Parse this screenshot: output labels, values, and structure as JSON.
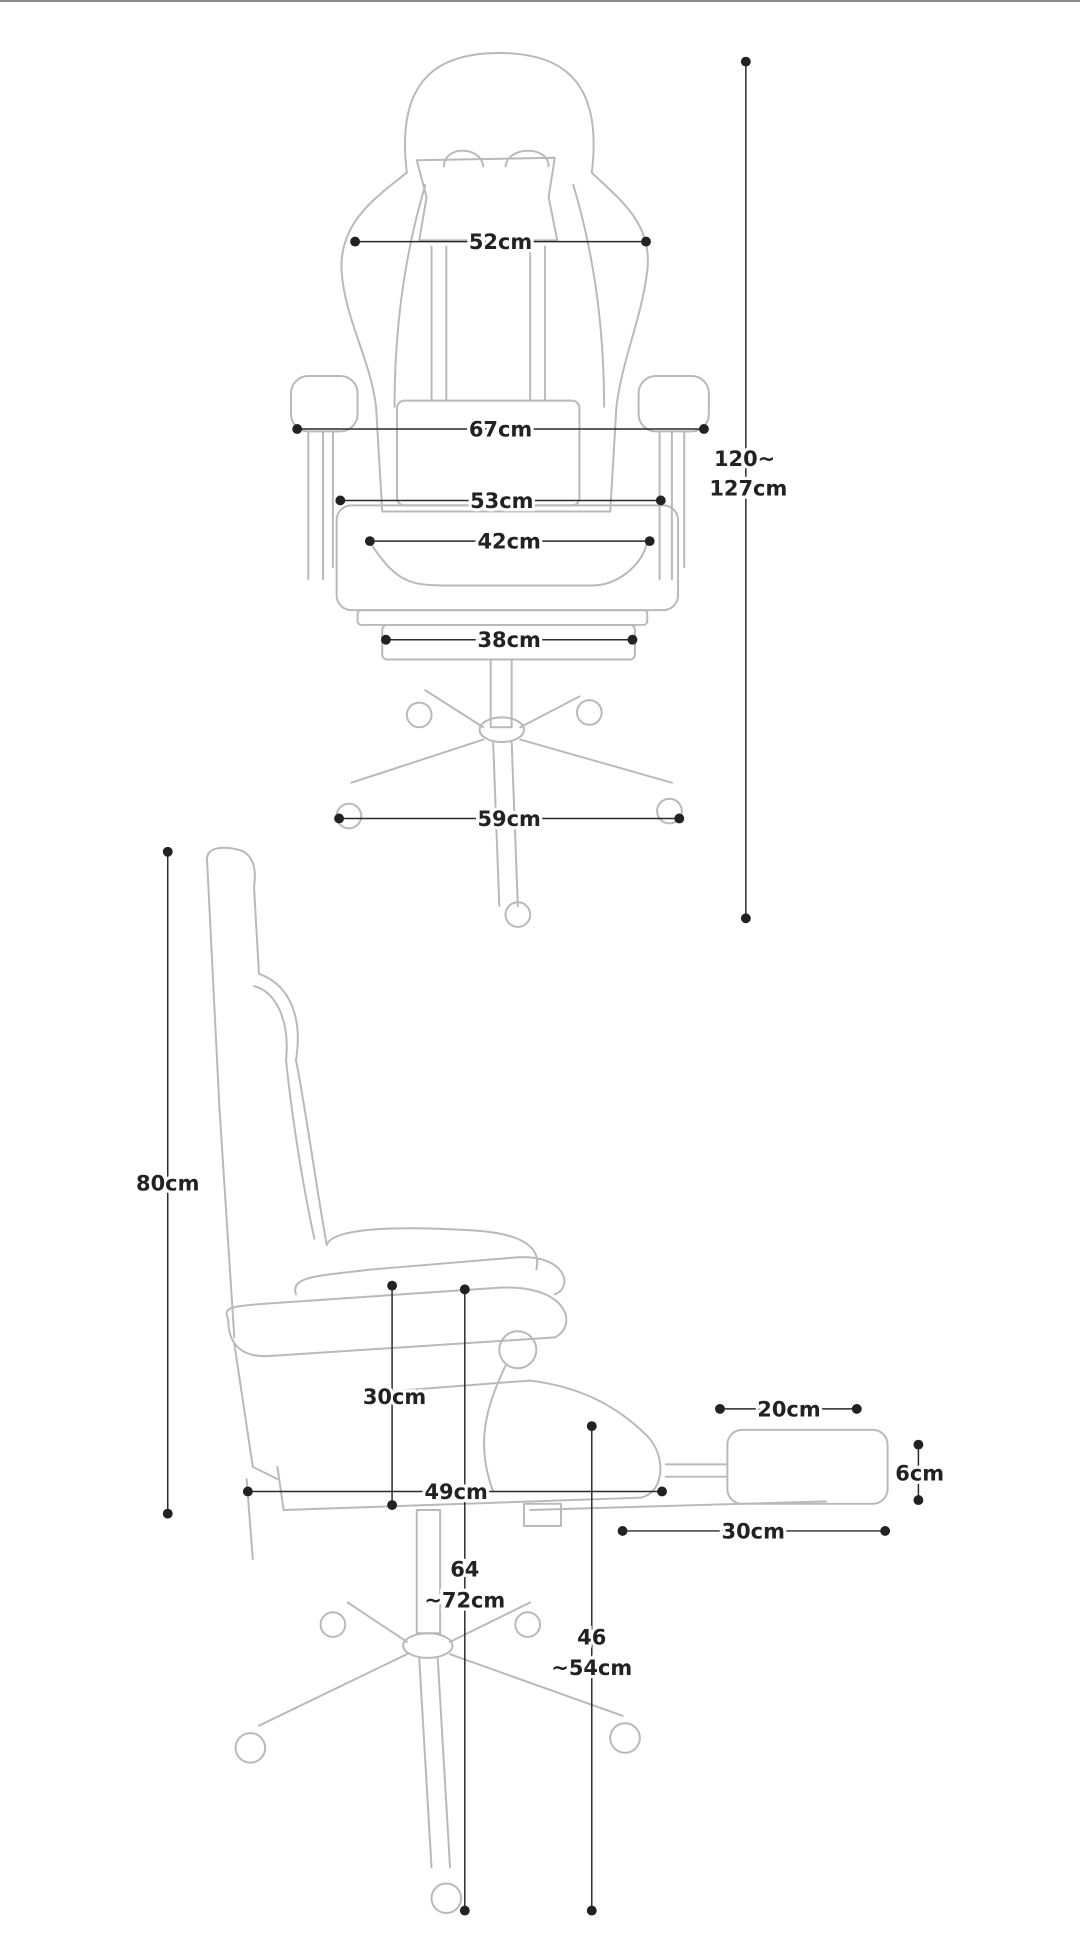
{
  "front_view": {
    "headrest_width": "52cm",
    "armrest_width": "67cm",
    "seat_outer_width": "53cm",
    "seat_inner_width": "42cm",
    "footrest_width": "38cm",
    "base_width": "59cm",
    "total_height_line1": "120~",
    "total_height_line2": "127cm"
  },
  "side_view": {
    "backrest_height": "80cm",
    "armrest_height": "30cm",
    "seat_depth": "49cm",
    "arm_floor_height_line1": "64",
    "arm_floor_height_line2": "~72cm",
    "seat_floor_height_line1": "46",
    "seat_floor_height_line2": "~54cm",
    "footrest_depth": "20cm",
    "footrest_thickness": "6cm",
    "footrest_extension": "30cm"
  }
}
